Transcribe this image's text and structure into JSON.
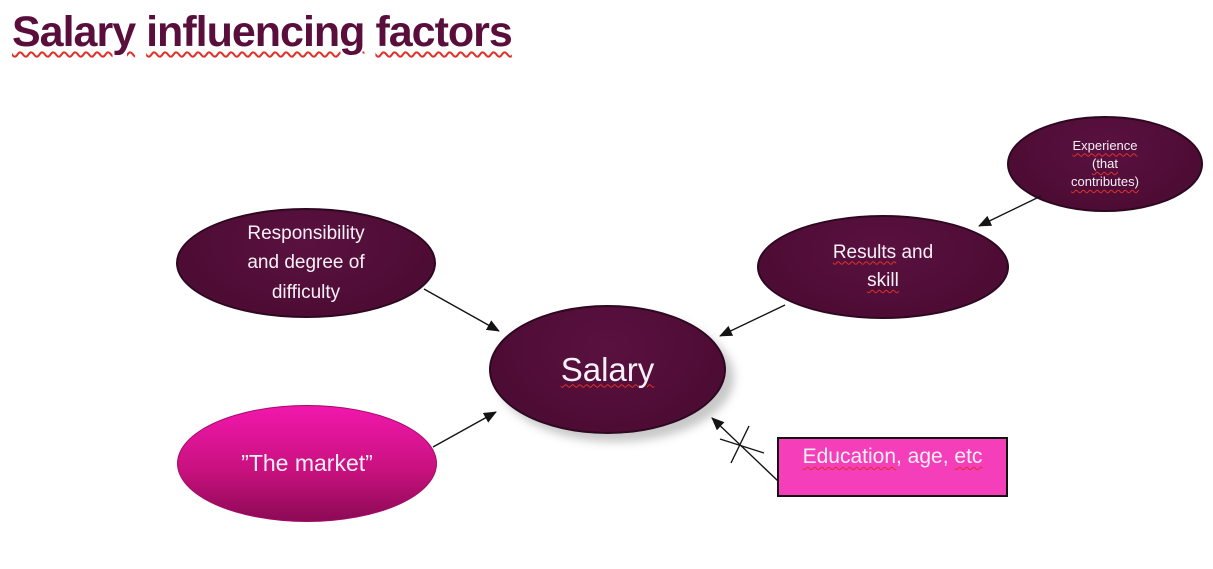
{
  "title": {
    "words": [
      "Salary",
      "influencing",
      "factors"
    ],
    "color": "#5a0e3c"
  },
  "nodes": {
    "responsibility": {
      "text": "Responsibility\nand degree of\ndifficulty"
    },
    "experience": {
      "lines": [
        "Experience",
        "(that",
        "contributes)"
      ]
    },
    "results": {
      "word1": "Results",
      "word2": " and",
      "line2": "skill"
    },
    "salary": {
      "label": "Salary"
    },
    "market": {
      "label": "”The market”"
    },
    "education": {
      "word1": "Education",
      "middle": ", age, ",
      "word2": "etc"
    }
  },
  "edges": [
    {
      "from": "responsibility",
      "to": "salary",
      "crossed": false
    },
    {
      "from": "experience",
      "to": "results",
      "crossed": false
    },
    {
      "from": "results",
      "to": "salary",
      "crossed": false
    },
    {
      "from": "market",
      "to": "salary",
      "crossed": false
    },
    {
      "from": "education",
      "to": "salary",
      "crossed": true
    }
  ],
  "colors": {
    "dark_node_fill": "#4d0c34",
    "market_gradient_top": "#ee17a9",
    "market_gradient_bottom": "#8c0a55",
    "education_fill": "#f53eb9",
    "squiggle_red": "#e03128",
    "arrow_black": "#141414",
    "node_text": "#f8f0f7",
    "title_color": "#5a0e3c",
    "background": "#ffffff"
  }
}
